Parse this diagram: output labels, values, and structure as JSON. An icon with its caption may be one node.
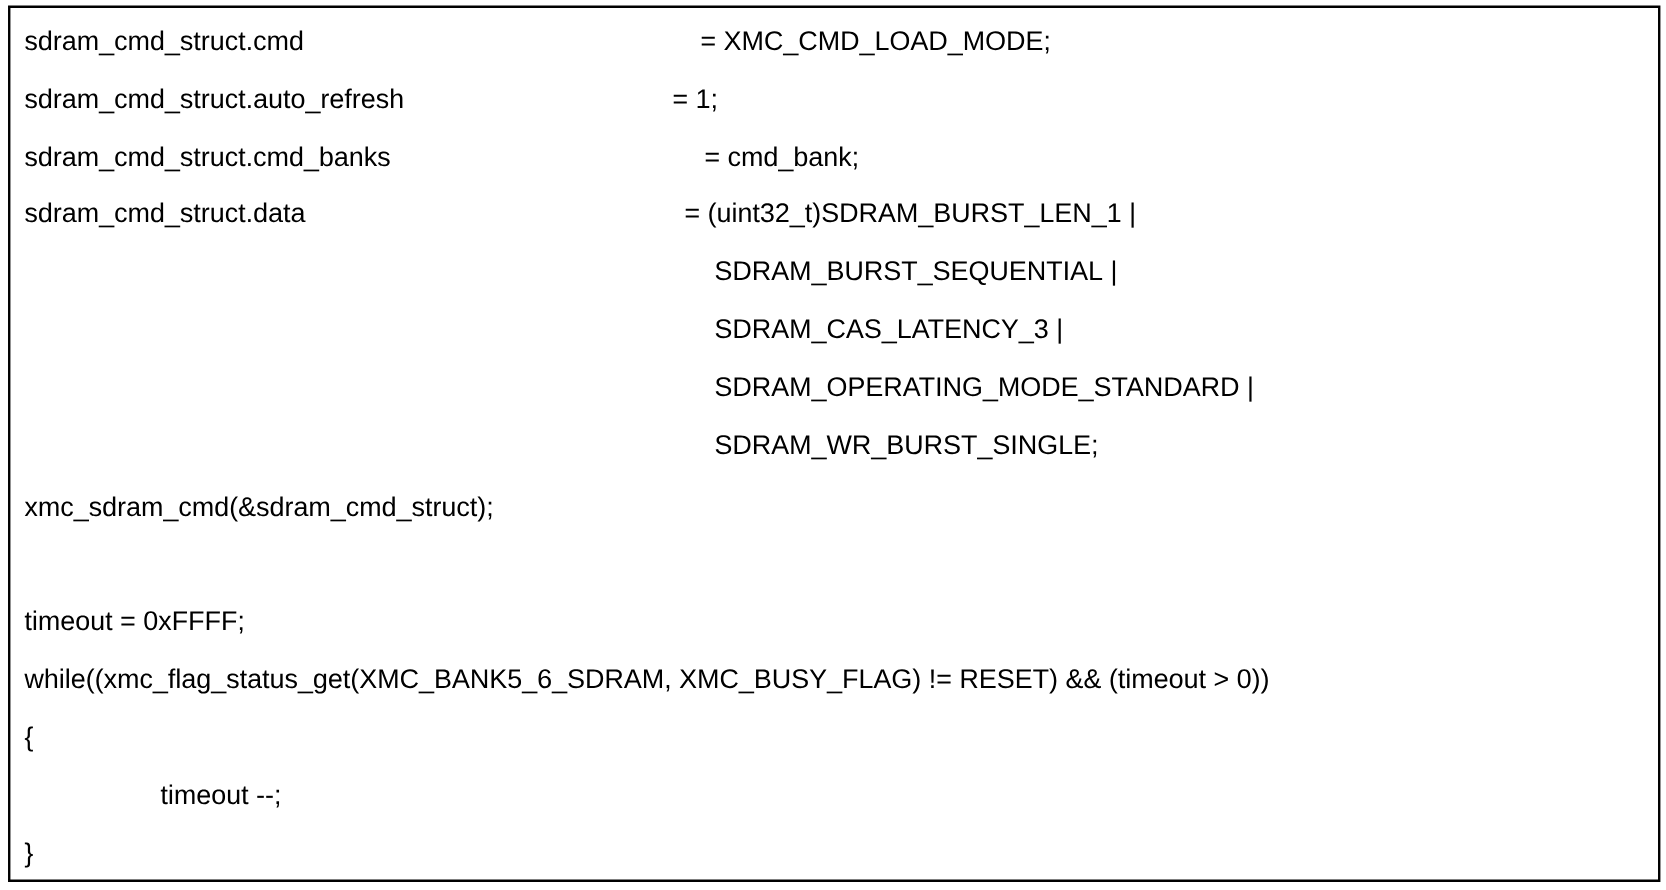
{
  "diagram": {
    "nodes": [
      {
        "text": [
          "sdram_cmd_struct.cmd",
          "= XMC_CMD_LOAD_MODE;",
          "sdram_cmd_struct.auto_refresh",
          "= 1;",
          "sdram_cmd_struct.cmd_banks",
          "= cmd_bank;",
          "sdram_cmd_struct.data",
          "= (uint32_t)SDRAM_BURST_LEN_1 |",
          "SDRAM_BURST_SEQUENTIAL |",
          "SDRAM_CAS_LATENCY_3 |",
          "SDRAM_OPERATING_MODE_STANDARD |",
          "SDRAM_WR_BURST_SINGLE;",
          "xmc_sdram_cmd(&sdram_cmd_struct);",
          "timeout = 0xFFFF;",
          "while((xmc_flag_status_get(XMC_BANK5_6_SDRAM, XMC_BUSY_FLAG) != RESET) && (timeout > 0))",
          "{",
          "timeout --;",
          "}"
        ]
      }
    ]
  }
}
